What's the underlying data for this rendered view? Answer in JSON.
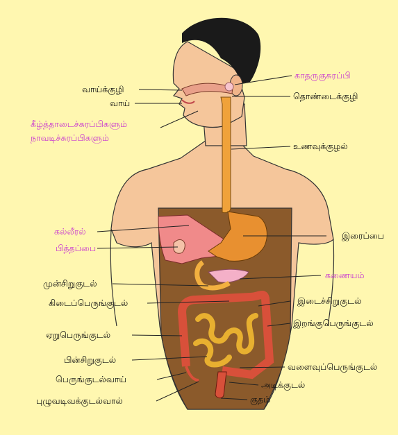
{
  "colors": {
    "background": "#fff7b0",
    "gland_label": "#c93ad0",
    "normal_label": "#111111"
  },
  "labels": {
    "mouth_cavity": "வாய்க்குழி",
    "mouth": "வாய்",
    "sublingual_submandibular_glands_1": "கீழ்த்தாடைச்சுரப்பிகளும்",
    "sublingual_submandibular_glands_2": "நாவடிச்சுரப்பிகளும்",
    "parotid_gland": "காதருகுசுரப்பி",
    "pharynx": "தொண்டைக்குழி",
    "esophagus": "உணவுக்குழல்",
    "liver": "கல்லீரல்",
    "gallbladder": "பித்தப்பை",
    "stomach": "இரைப்பை",
    "pancreas": "கணையம்",
    "duodenum": "முன்சிறுகுடல்",
    "transverse_colon": "கிடைப்பெருங்குடல்",
    "jejunum": "இடைச்சிறுகுடல்",
    "descending_colon": "இறங்குபெருங்குடல்",
    "ascending_colon": "ஏறுபெருங்குடல்",
    "ileum": "பின்சிறுகுடல்",
    "sigmoid_colon": "வளைவுப்பெருங்குடல்",
    "cecum": "பெருங்குடல்வாய்",
    "rectum": "அடிக்குடல்",
    "anus": "குதம்",
    "appendix": "புழுவடிவக்குடல்வால்"
  }
}
